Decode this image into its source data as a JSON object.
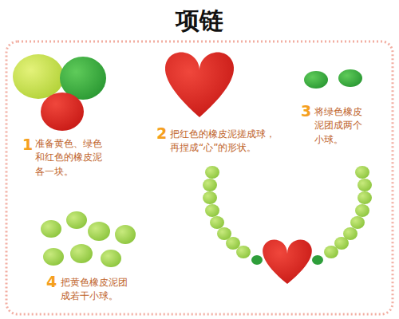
{
  "diagram": {
    "title": "项链",
    "labels": [
      "1",
      "准备黄色、绿色和红色的橡皮泥各一块。",
      "2",
      "把红色的橡皮泥搓成球，再捏成“心”的形状。",
      "3",
      "将绿色橡皮泥团成两个小球。",
      "4",
      "把黄色橡皮泥团成若干小球。"
    ]
  }
}
